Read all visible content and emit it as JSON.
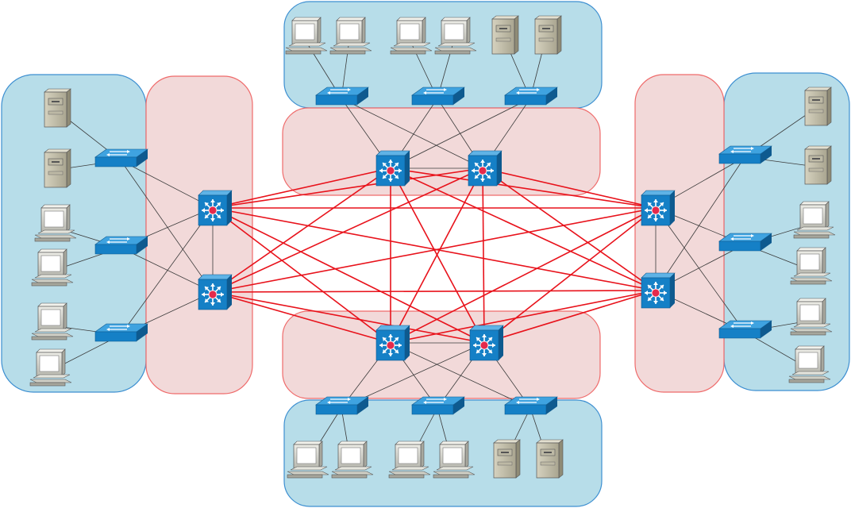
{
  "colors": {
    "access_zone_fill": "#b7dde9",
    "access_zone_stroke": "#3d8fd1",
    "core_zone_fill": "#f2d9d9",
    "core_zone_stroke": "#ef6b6b",
    "mesh_link": "#e8121b",
    "thin_link": "#3a3a3a",
    "device_blue": "#1580c6",
    "device_dark": "#0e5a8f",
    "router_dot": "#e52a4c",
    "pc_body": "#d8d8d0",
    "pc_screen": "#ffffff",
    "server_body": "#c9c5b2"
  },
  "icons": {
    "l3_switch": "multilayer-switch-icon",
    "l2_switch": "workgroup-switch-icon",
    "pc": "workstation-icon",
    "server": "file-server-icon"
  },
  "zones": {
    "top": {
      "l2_switches": 3,
      "hosts": [
        [
          "pc",
          "pc"
        ],
        [
          "pc",
          "pc"
        ],
        [
          "server",
          "server"
        ]
      ]
    },
    "bottom": {
      "l2_switches": 3,
      "hosts": [
        [
          "pc",
          "pc"
        ],
        [
          "pc",
          "pc"
        ],
        [
          "server",
          "server"
        ]
      ]
    },
    "left": {
      "l2_switches": 3,
      "hosts": [
        [
          "server",
          "server"
        ],
        [
          "pc",
          "pc"
        ],
        [
          "pc",
          "pc"
        ]
      ]
    },
    "right": {
      "l2_switches": 3,
      "hosts": [
        [
          "server",
          "server"
        ],
        [
          "pc",
          "pc"
        ],
        [
          "pc",
          "pc"
        ]
      ]
    }
  }
}
